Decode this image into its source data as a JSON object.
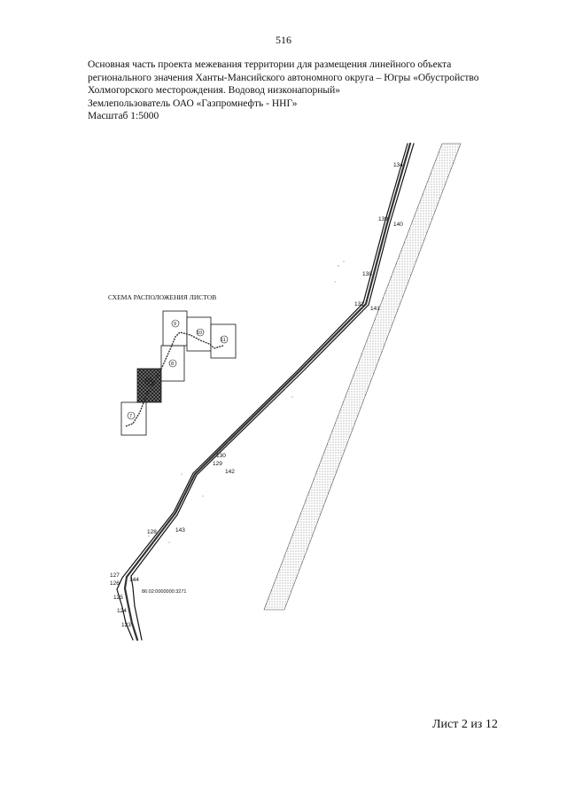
{
  "page_number": "516",
  "header": {
    "lines": [
      "Основная часть проекта межевания территории для размещения линейного объекта",
      "регионального значения Ханты-Мансийского автономного округа – Югры «Обустройство",
      "Холмогорского месторождения. Водовод низконапорный»",
      "Землепользователь ОАО «Газпромнефть - ННГ»",
      "Масштаб 1:5000"
    ]
  },
  "scheme": {
    "title": "СХЕМА РАСПОЛОЖЕНИЯ ЛИСТОВ",
    "sheets": [
      "7",
      "8",
      "9",
      "10",
      "11",
      "12"
    ],
    "current_sheet_marker": "2"
  },
  "map": {
    "parcel_code": "86:02:0000000:3271",
    "point_labels": [
      "134",
      "139",
      "140",
      "138",
      "131",
      "141",
      "130",
      "129",
      "142",
      "128",
      "143",
      "127",
      "126",
      "144",
      "125",
      "124",
      "123"
    ]
  },
  "sheet_label": "Лист 2 из 12"
}
